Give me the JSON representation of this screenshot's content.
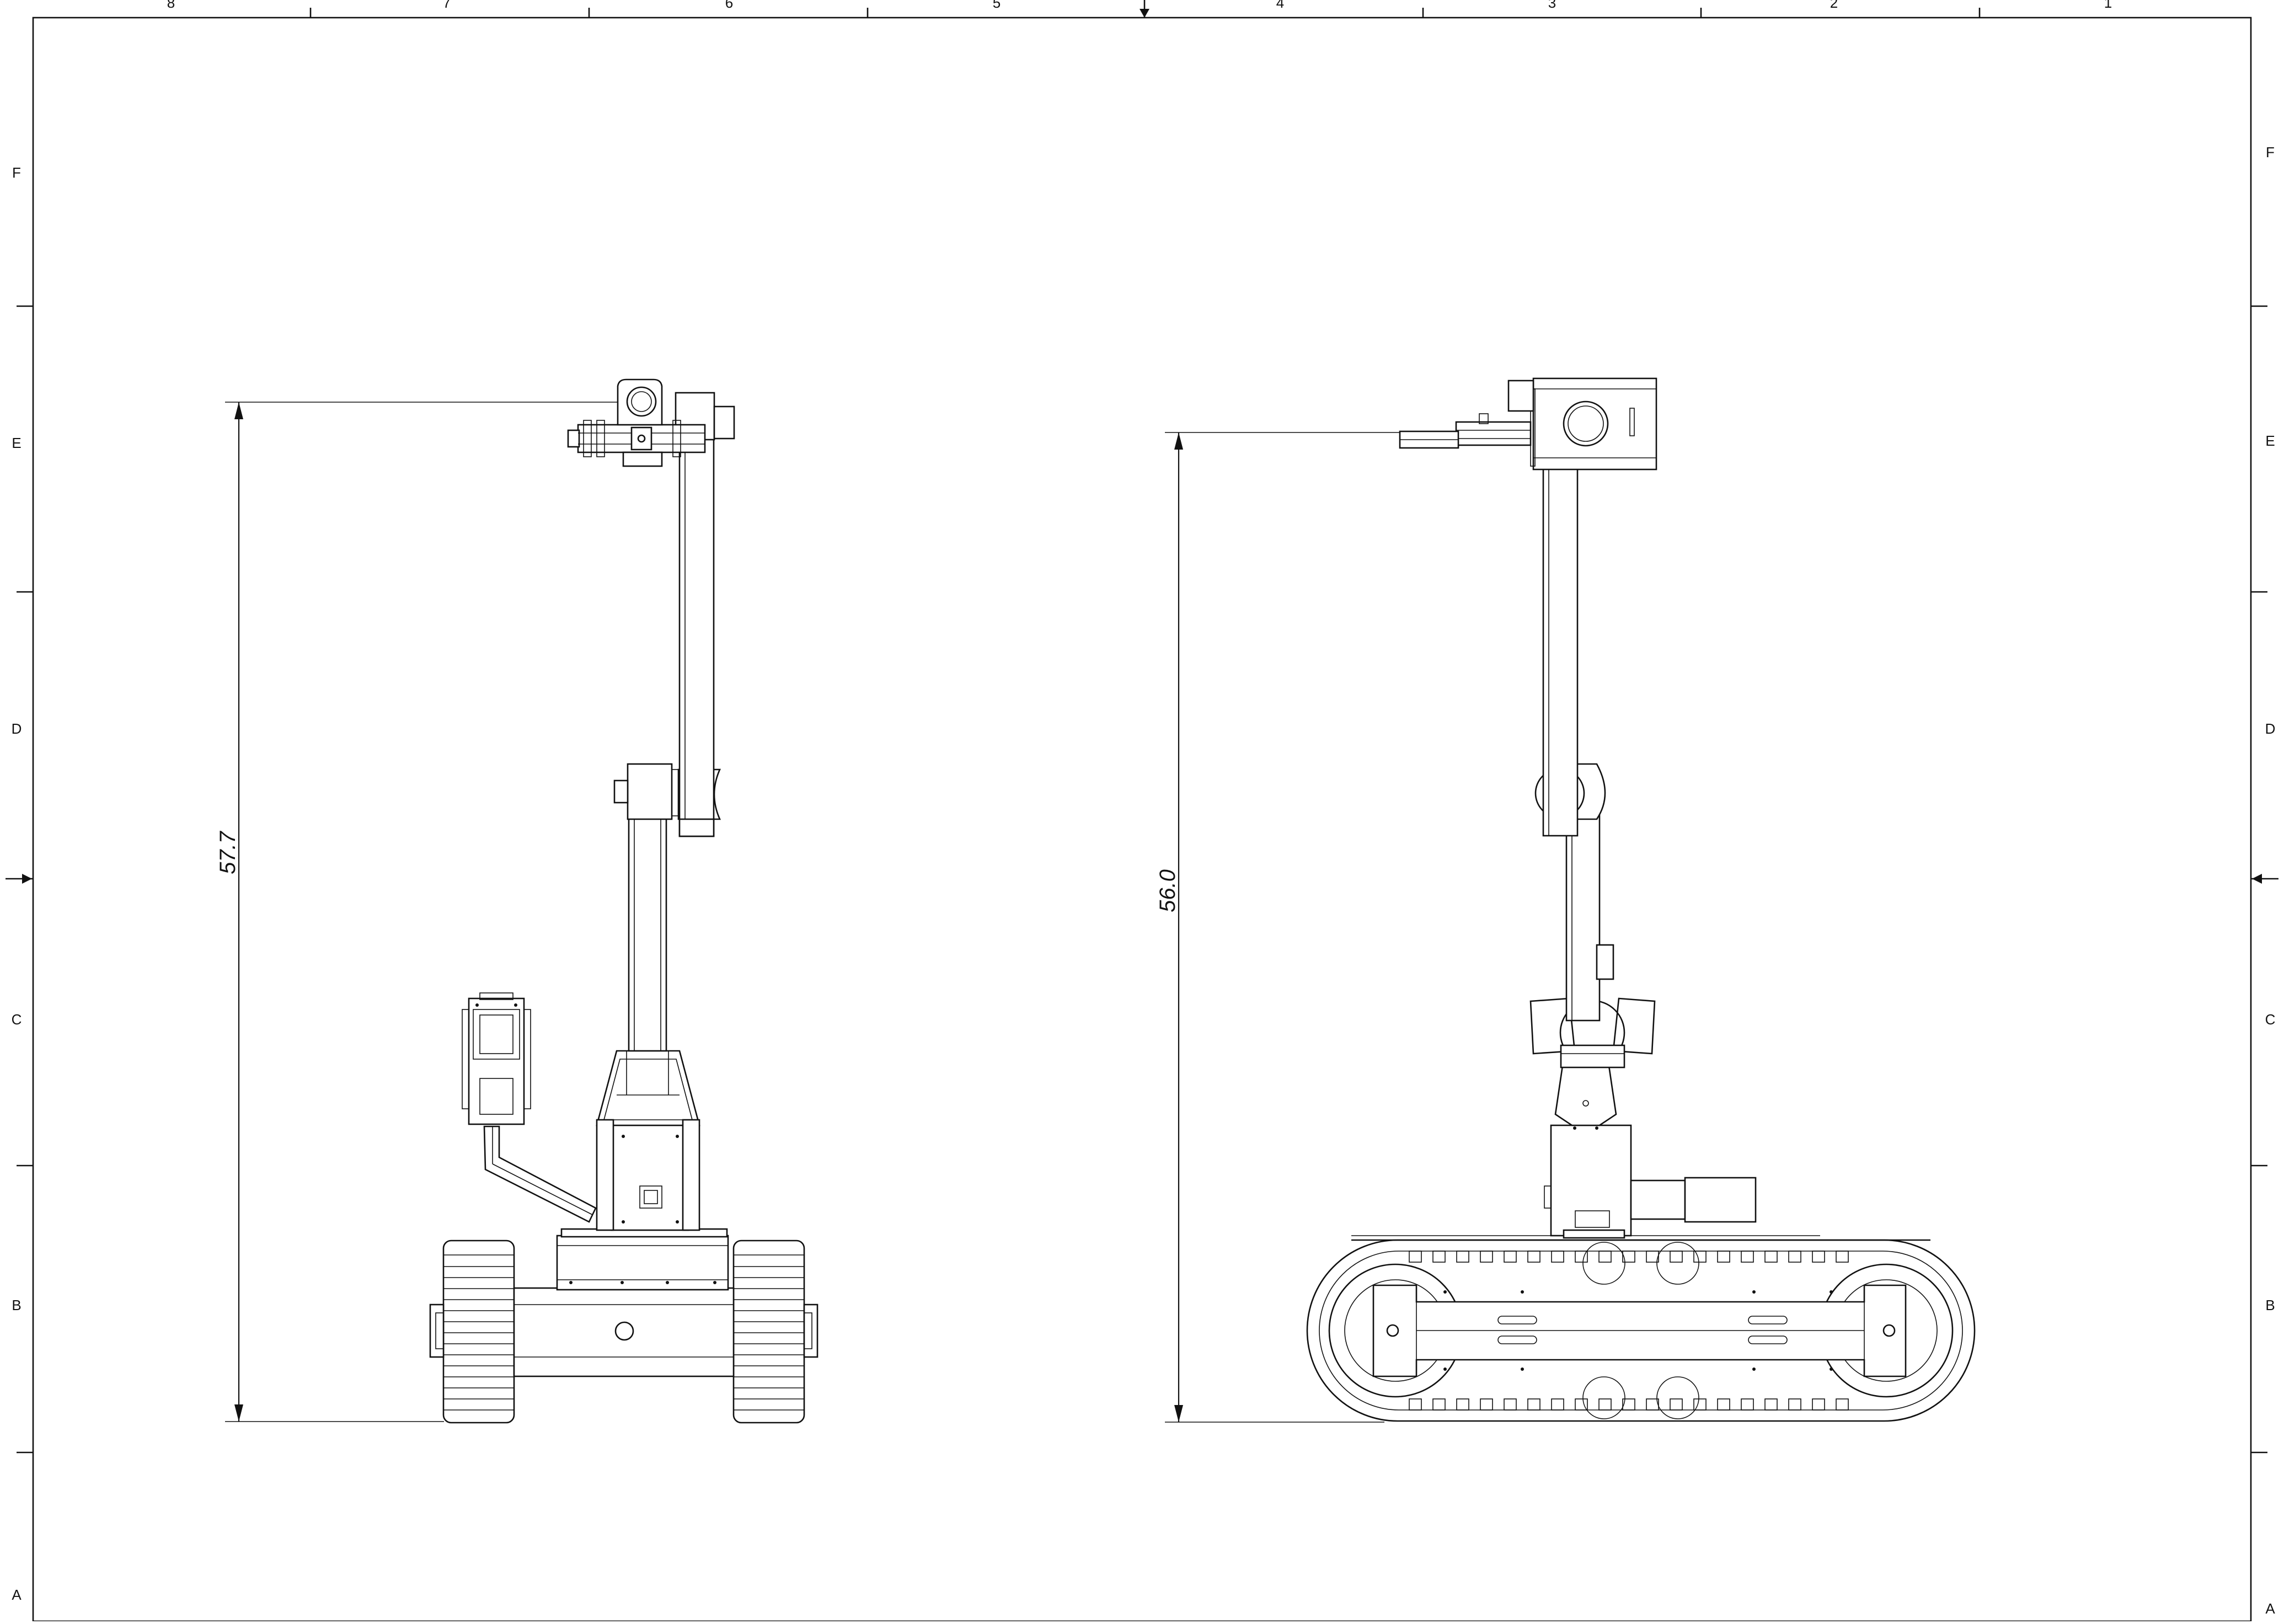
{
  "sheet": {
    "top_zones": [
      "8",
      "7",
      "6",
      "5",
      "4",
      "3",
      "2",
      "1"
    ],
    "side_zones": [
      "F",
      "E",
      "D",
      "C",
      "B",
      "A"
    ]
  },
  "views": {
    "front": {
      "height_dimension": "57.7"
    },
    "side": {
      "height_dimension": "56.0"
    }
  },
  "colors": {
    "line": "#111111",
    "paper": "#ffffff"
  }
}
